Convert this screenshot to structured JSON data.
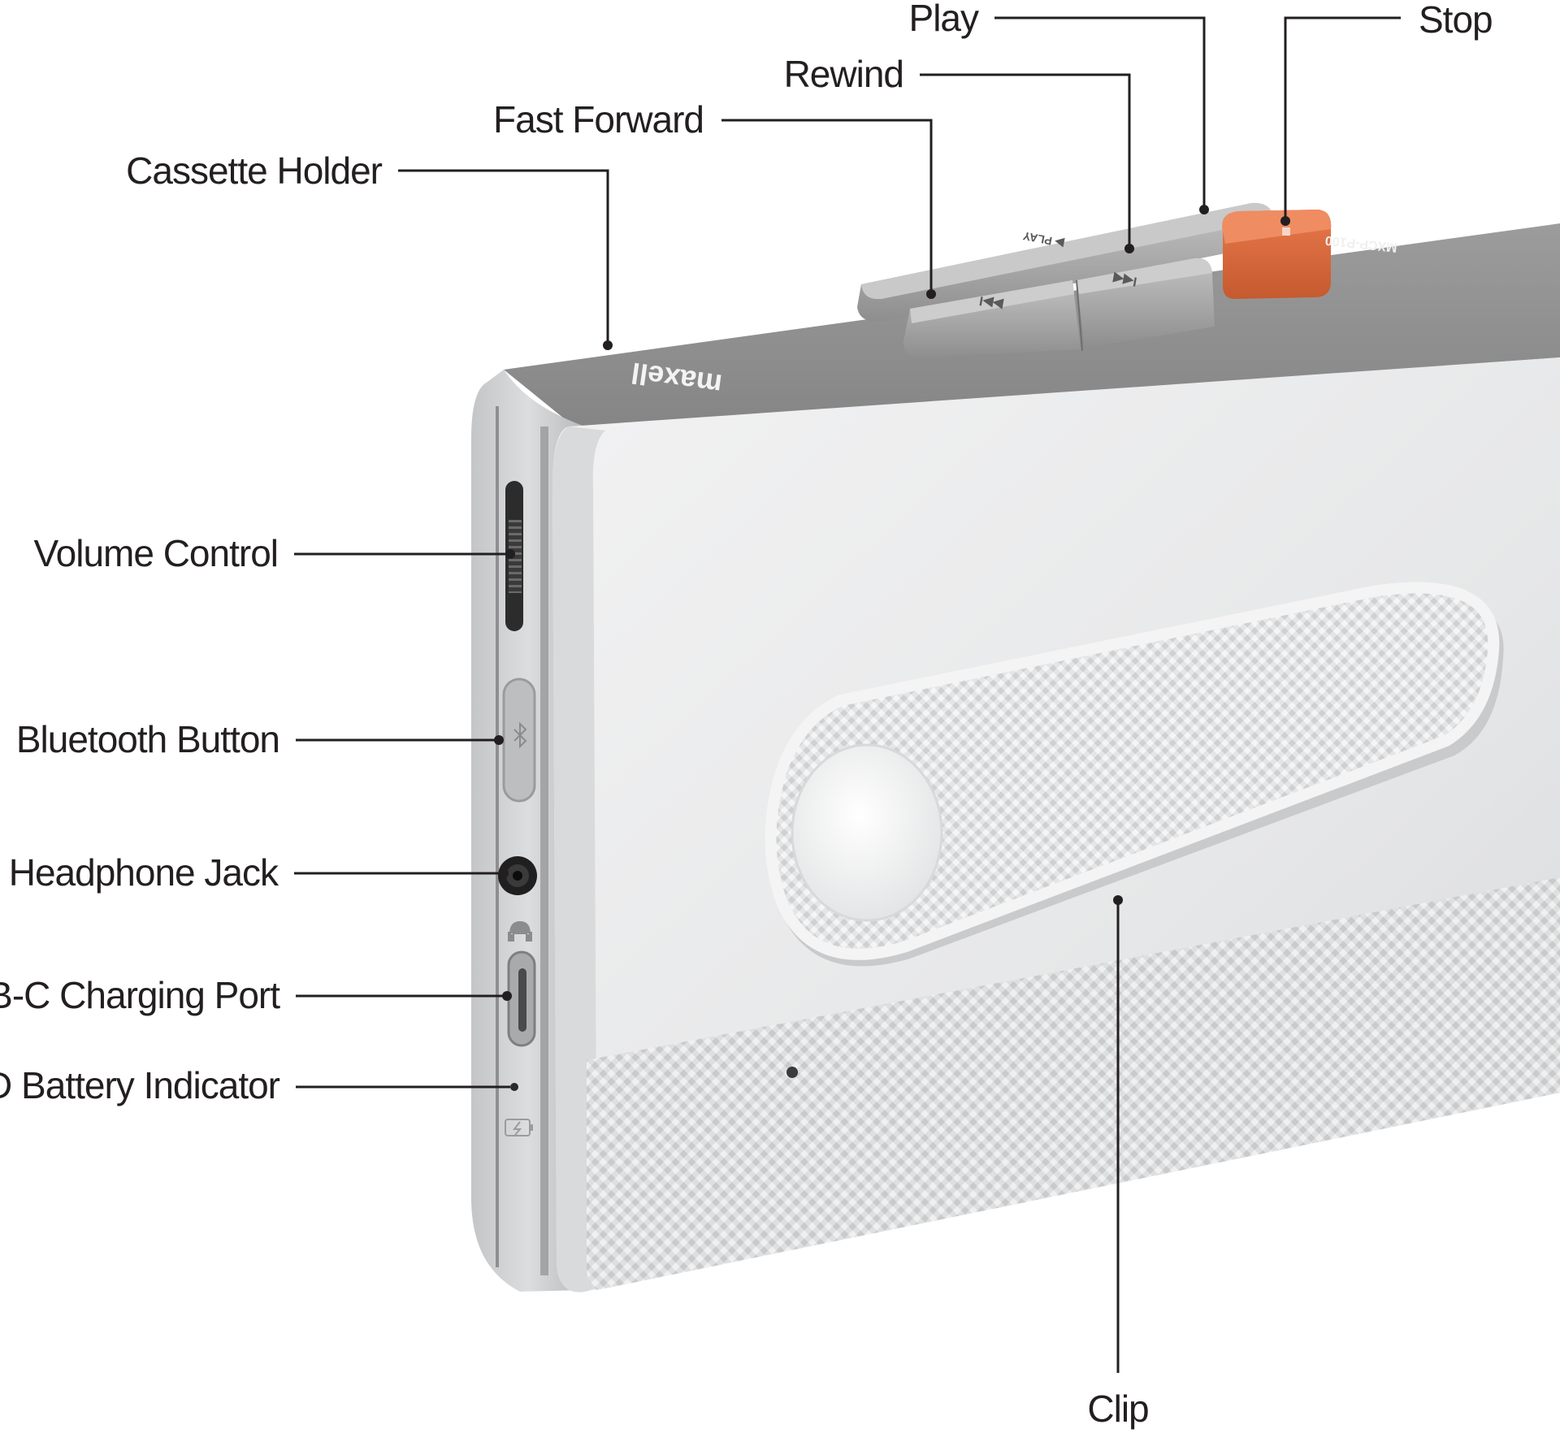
{
  "device": {
    "brand": "maxell",
    "model": "MXCP-P100",
    "play_button_print": "▶ PLAY",
    "colors": {
      "body": "#e9eaeb",
      "body_shadow": "#d2d3d5",
      "top_panel": "#909090",
      "buttons": "#a8a8a8",
      "stop_button": "#d9683a",
      "clip": "#eeeeef",
      "leader": "#231f20"
    }
  },
  "callouts": {
    "cassette_holder": "Cassette Holder",
    "fast_forward": "Fast Forward",
    "rewind": "Rewind",
    "play": "Play",
    "stop": "Stop",
    "volume_control": "Volume Control",
    "bluetooth_button": "Bluetooth Button",
    "headphone_jack": "Headphone Jack",
    "usb_c_port": "USB-C Charging Port",
    "led_battery": "LED Battery Indicator",
    "clip": "Clip"
  },
  "icons": {
    "bluetooth": "bluetooth-icon",
    "headphones": "headphones-icon",
    "battery": "battery-charging-icon"
  }
}
